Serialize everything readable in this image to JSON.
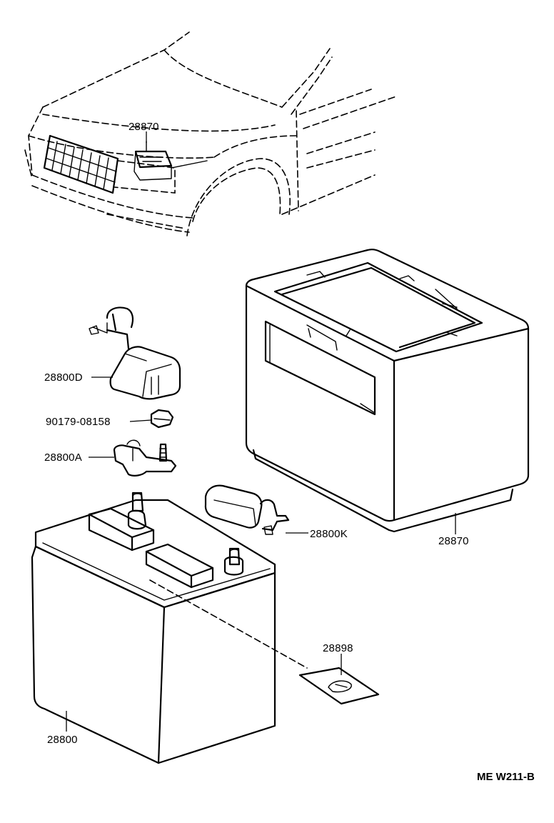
{
  "diagram": {
    "code": "ME W211-B",
    "labels": {
      "hold_down_top": "28870",
      "terminal_cover": "28800D",
      "bolt": "90179-08158",
      "terminal_clamp": "28800A",
      "negative_cover": "28800K",
      "battery_tray": "28870",
      "caution_plate": "28898",
      "battery": "28800"
    }
  }
}
